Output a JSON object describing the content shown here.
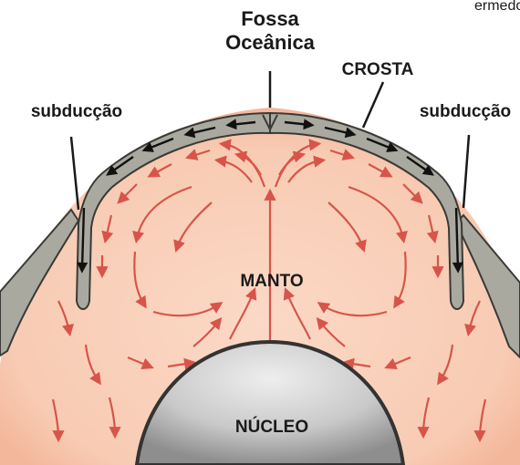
{
  "diagram": {
    "top_fragment": "ermedo.",
    "labels": {
      "trench_line1": "Fossa",
      "trench_line2": "Oceânica",
      "crust": "CROSTA",
      "subduction_left": "subducção",
      "subduction_right": "subducção",
      "mantle": "MANTO",
      "core": "NÚCLEO"
    },
    "colors": {
      "mantle": "#f8cbb3",
      "mantle_outer": "#f3b79b",
      "crust_fill": "#a9a9a0",
      "crust_edge": "#3a3a36",
      "convection_arrow": "#d8544a",
      "plate_arrow": "#111111",
      "core_fill": "#c9c9c9"
    }
  }
}
